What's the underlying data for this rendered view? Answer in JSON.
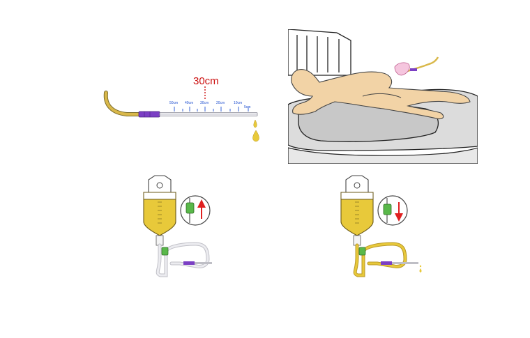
{
  "catheter_panel": {
    "length_label": "30cm",
    "scale_marks": [
      "50cm",
      "40cm",
      "30cm",
      "20cm",
      "10cm",
      "5cm"
    ]
  },
  "colors": {
    "urine": "#e8c93a",
    "catheter": "#d9b84a",
    "connector": "#7b3fc4",
    "clamp": "#59b84a",
    "arrow": "#e02020",
    "scale": "#1f4fd0",
    "skin": "#f2d3a6"
  },
  "icons": [
    "catheter-icon",
    "drip-drops-icon",
    "patient-illustration",
    "drainage-bag-icon",
    "clamp-open-inset-icon",
    "clamp-closed-inset-icon",
    "arrow-up-icon",
    "arrow-down-icon"
  ]
}
